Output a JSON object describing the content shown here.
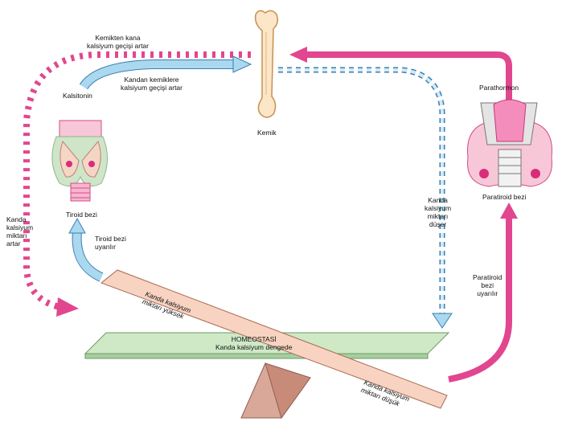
{
  "labels": {
    "bone_to_blood": [
      "Kemikten kana",
      "kalsiyum geçişi artar"
    ],
    "blood_to_bone": [
      "Kandan kemiklere",
      "kalsiyum geçişi artar"
    ],
    "calcitonin": "Kalsitonin",
    "bone": "Kemik",
    "parathormone": "Parathormon",
    "thyroid": "Tiroid bezi",
    "parathyroid": "Paratiroid bezi",
    "blood_calcium_rises": [
      "Kanda",
      "kalsiyum",
      "miktarı",
      "artar"
    ],
    "blood_calcium_falls": [
      "Kanda",
      "kalsiyum",
      "miktarı",
      "düşer"
    ],
    "thyroid_stimulated": [
      "Tiroid bezi",
      "uyarılır"
    ],
    "parathyroid_stimulated": [
      "Paratiroid",
      "bezi",
      "uyarılır"
    ],
    "homeostasis": [
      "HOMEOSTASİ",
      "Kanda kalsiyum dengede"
    ],
    "seesaw_high": [
      "Kanda kalsiyum",
      "miktarı yüksek"
    ],
    "seesaw_low": [
      "Kanda kalsiyum",
      "miktarı düşük"
    ]
  },
  "colors": {
    "pink_arrow": "#e2468f",
    "blue_arrow": "#a9d8ef",
    "blue_stroke": "#3d7eb1",
    "green_board": "#cfe9c7",
    "salmon_board": "#f8d3c1",
    "fulcrum": "#d9a898"
  }
}
